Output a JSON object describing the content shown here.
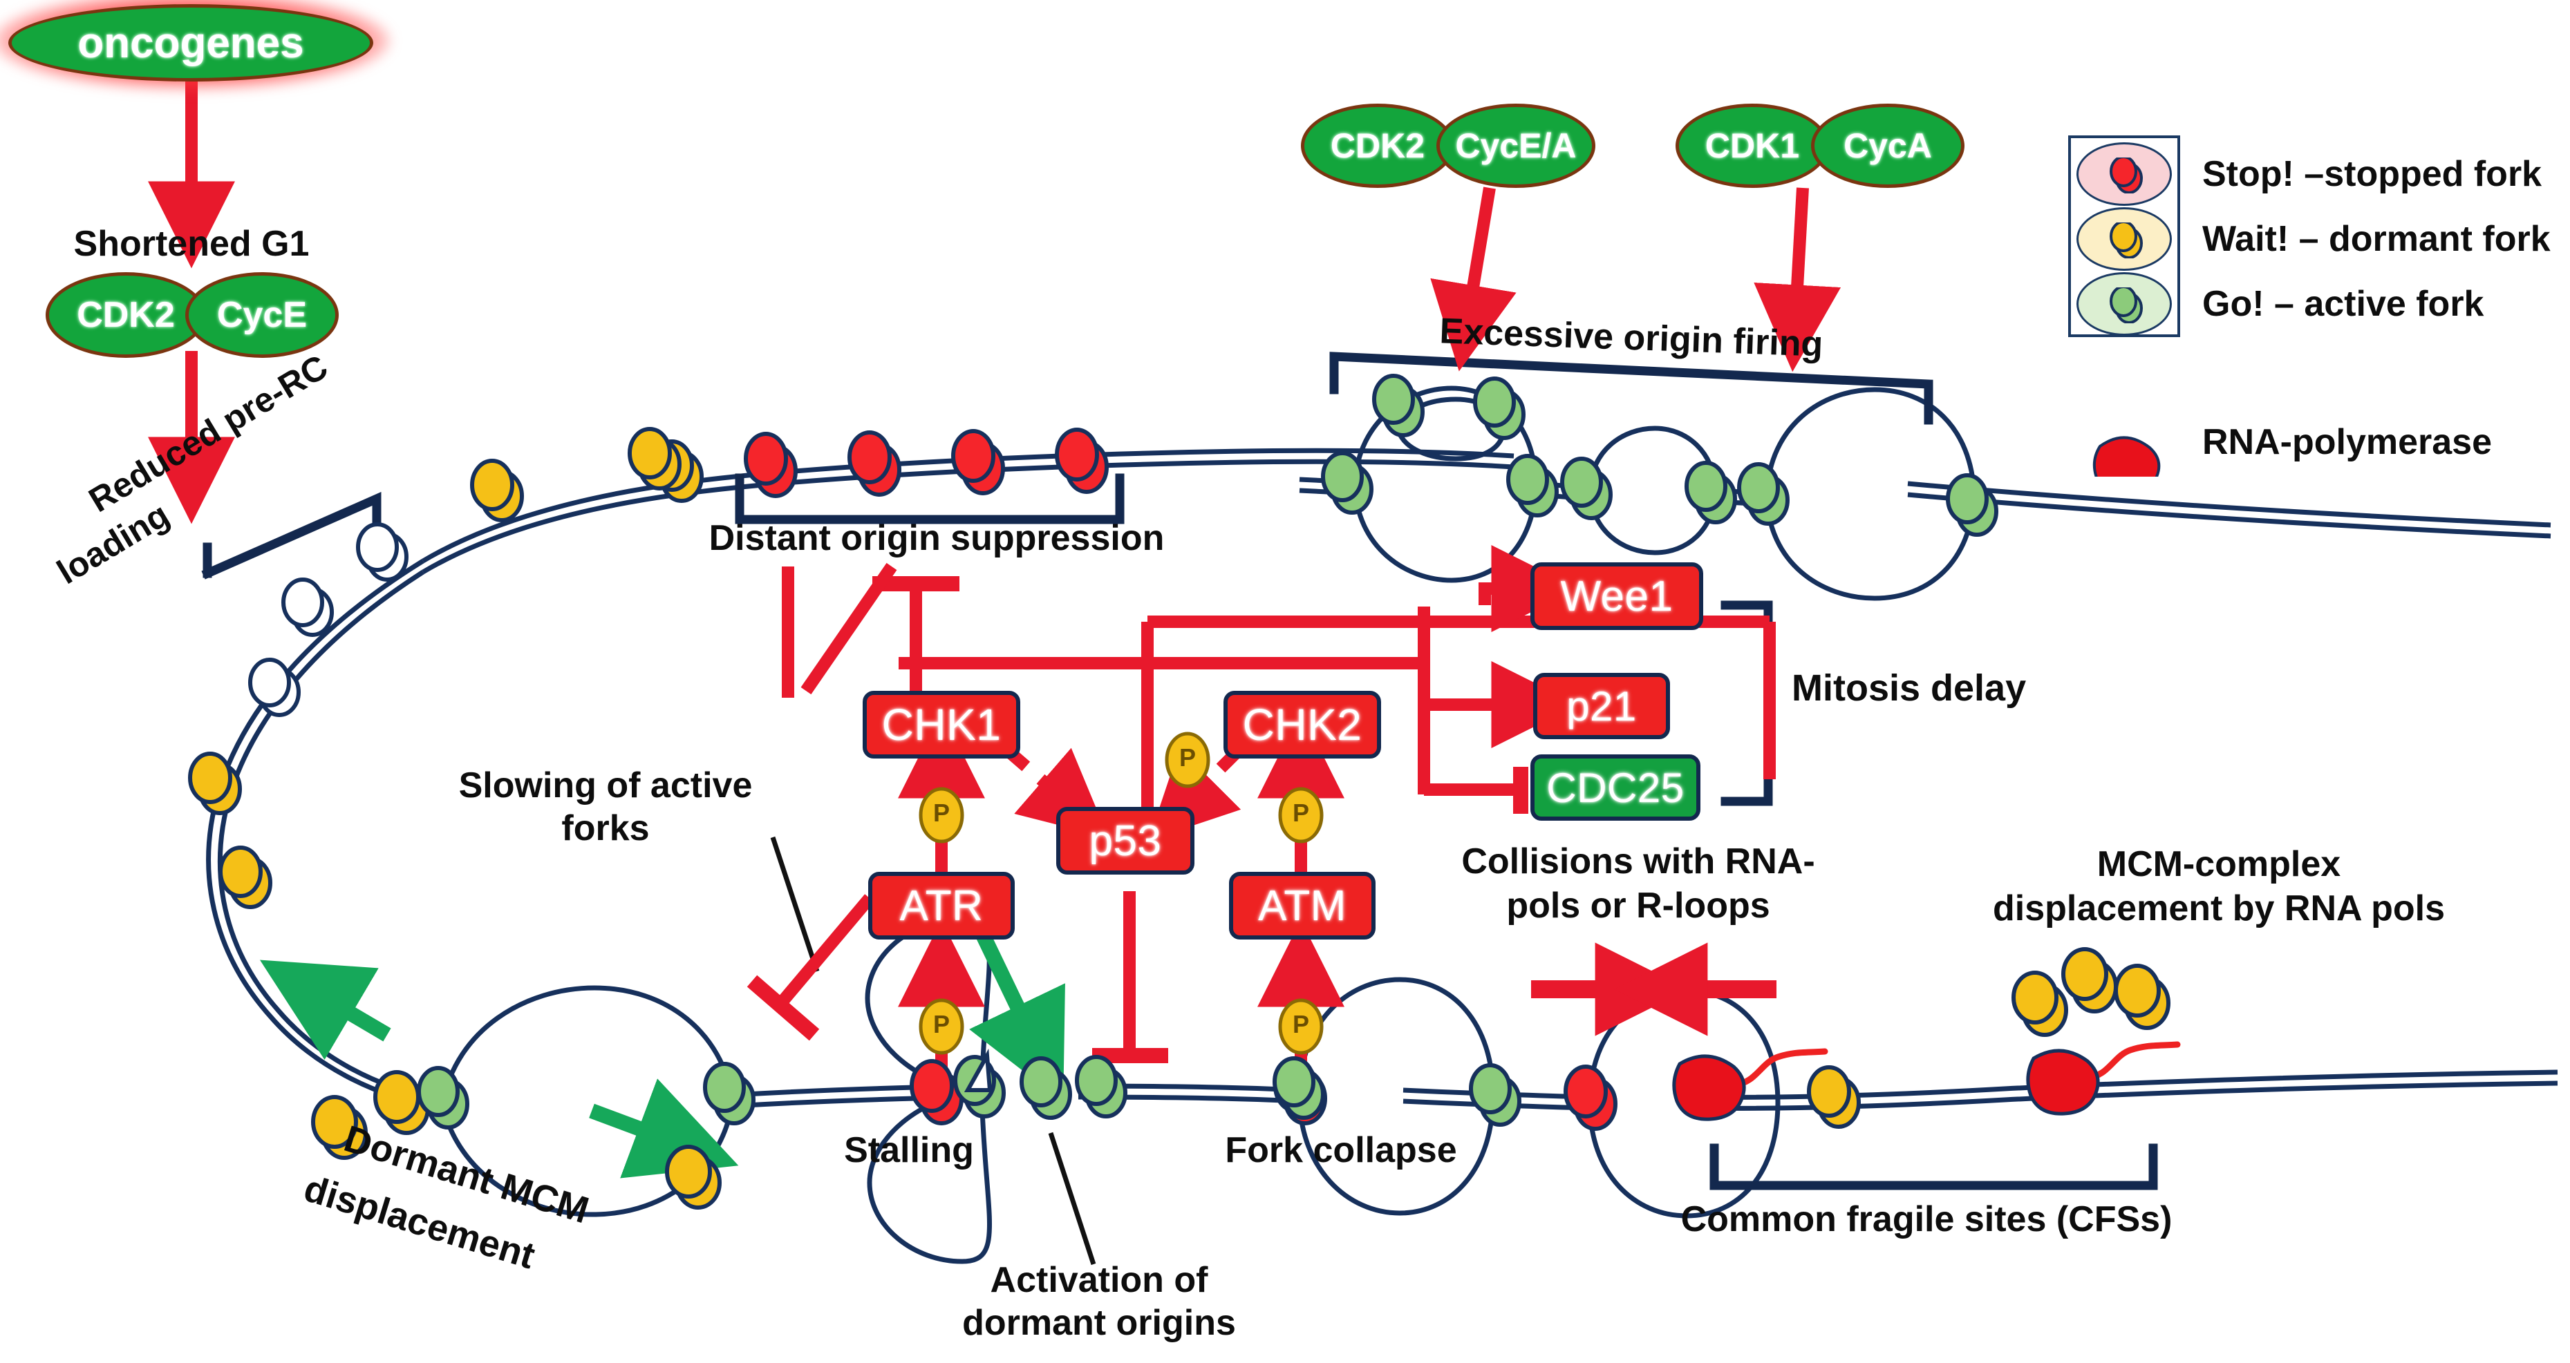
{
  "title": "Oncogene-induced replication stress and the DNA damage response",
  "colors": {
    "protein_green": "#13A53C",
    "protein_border": "#7a3510",
    "node_red": "#EE2222",
    "node_green": "#13A040",
    "node_border": "#13284e",
    "dna_navy": "#16305c",
    "arrow_red": "#E8192C",
    "arrow_green": "#16A85A",
    "mcm_yellow": "#F5C017",
    "fork_green": "#8CCB7B",
    "fork_red": "#F5252B",
    "rna_pol_red": "#E8111B",
    "bracket_navy": "#13284e",
    "oncogene_glow": "#ff3b3b"
  },
  "ovals": {
    "oncogenes": "oncogenes",
    "cdk2_g1": "CDK2",
    "cyce_g1": "CycE",
    "cdk2_top": "CDK2",
    "cyceA_top": "CycE/A",
    "cdk1_top": "CDK1",
    "cycA_top": "CycA"
  },
  "nodes": {
    "chk1": "CHK1",
    "chk2": "CHK2",
    "p53": "p53",
    "atr": "ATR",
    "atm": "ATM",
    "wee1": "Wee1",
    "p21": "p21",
    "cdc25": "CDC25"
  },
  "phospho_label": "P",
  "labels": {
    "shortened_g1": "Shortened G1",
    "reduced_prerc_line1": "Reduced pre-RC",
    "reduced_prerc_line2": "loading",
    "distant_origin_suppression": "Distant origin suppression",
    "excessive_origin_firing": "Excessive origin firing",
    "mitosis_delay": "Mitosis delay",
    "slowing_line1": "Slowing of active",
    "slowing_line2": "forks",
    "dormant_mcm_line1": "Dormant MCM",
    "dormant_mcm_line2": "displacement",
    "stalling": "Stalling",
    "fork_collapse": "Fork collapse",
    "activation_line1": "Activation of",
    "activation_line2": "dormant origins",
    "collisions_line1": "Collisions with RNA-",
    "collisions_line2": "pols or R-loops",
    "mcm_complex_line1": "MCM-complex",
    "mcm_complex_line2": "displacement by RNA pols",
    "cfs": "Common fragile sites (CFSs)"
  },
  "legend": {
    "items": [
      {
        "state": "stop",
        "text": "Stop! –stopped fork",
        "bg": "#F9D2D6",
        "dot": "#F5252B"
      },
      {
        "state": "wait",
        "text": "Wait! – dormant fork",
        "bg": "#FCEFC6",
        "dot": "#F5C017"
      },
      {
        "state": "go",
        "text": "Go! – active fork",
        "bg": "#DCEFD2",
        "dot": "#8CCB7B"
      }
    ],
    "rna_polymerase": "RNA-polymerase"
  }
}
